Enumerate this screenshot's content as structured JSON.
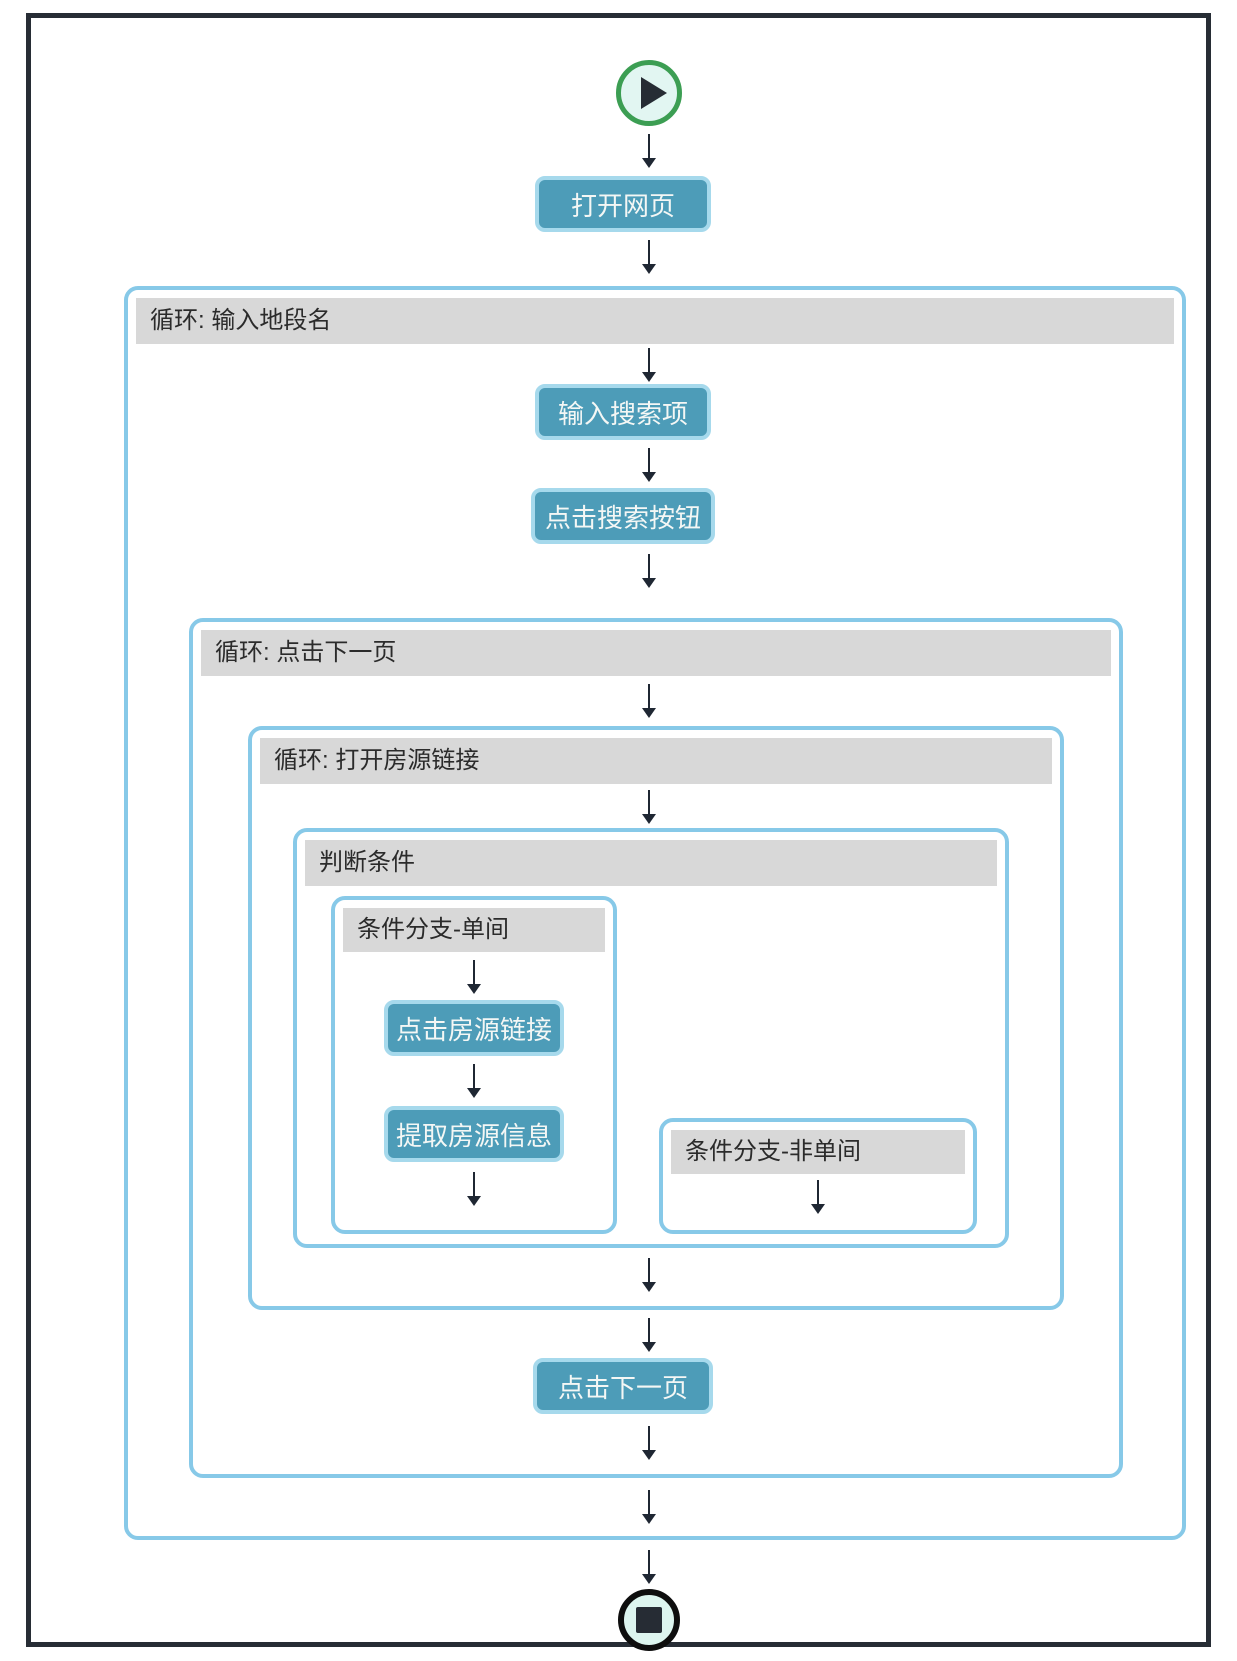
{
  "colors": {
    "frame": "#272d35",
    "container_border": "#87c9e8",
    "header_bg": "#d8d8d8",
    "node_bg": "#4d9cb8",
    "node_border": "#a6d9ec",
    "start_ring": "#3c9e53",
    "stop_ring": "#0e0e0e",
    "arrow": "#1f2733"
  },
  "icons": {
    "start": "play-icon",
    "end": "stop-icon",
    "connector": "down-arrow-icon"
  },
  "flow": {
    "open_page": "打开网页",
    "loop_area": {
      "header": "循环: 输入地段名",
      "input_search": "输入搜索项",
      "click_search": "点击搜索按钮",
      "loop_pages": {
        "header": "循环: 点击下一页",
        "loop_listings": {
          "header": "循环: 打开房源链接",
          "condition": {
            "header": "判断条件",
            "branch_single": {
              "header": "条件分支-单间",
              "click_listing": "点击房源链接",
              "extract_info": "提取房源信息"
            },
            "branch_other": {
              "header": "条件分支-非单间"
            }
          }
        },
        "click_next": "点击下一页"
      }
    }
  }
}
